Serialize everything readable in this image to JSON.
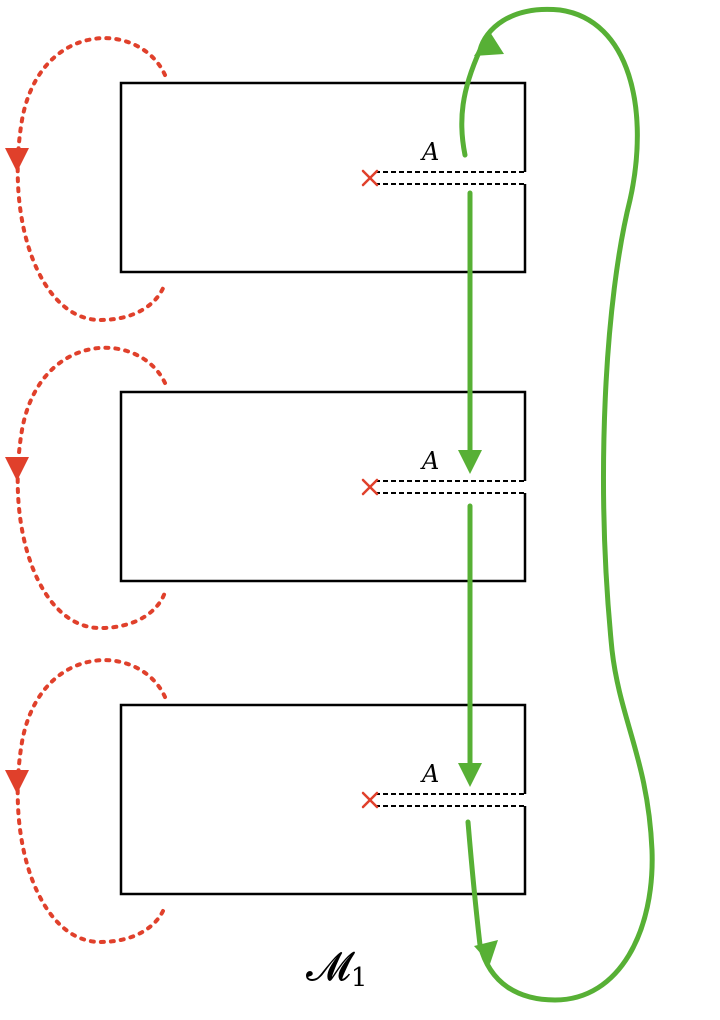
{
  "colors": {
    "red_cycle": "#e0402b",
    "green_path": "#57b035",
    "outline": "#000000",
    "background": "#ffffff"
  },
  "sheets": [
    {
      "branch_cut_label": "A"
    },
    {
      "branch_cut_label": "A"
    },
    {
      "branch_cut_label": "A"
    }
  ],
  "manifold_label": {
    "symbol": "𝓜",
    "subscript": "1"
  }
}
